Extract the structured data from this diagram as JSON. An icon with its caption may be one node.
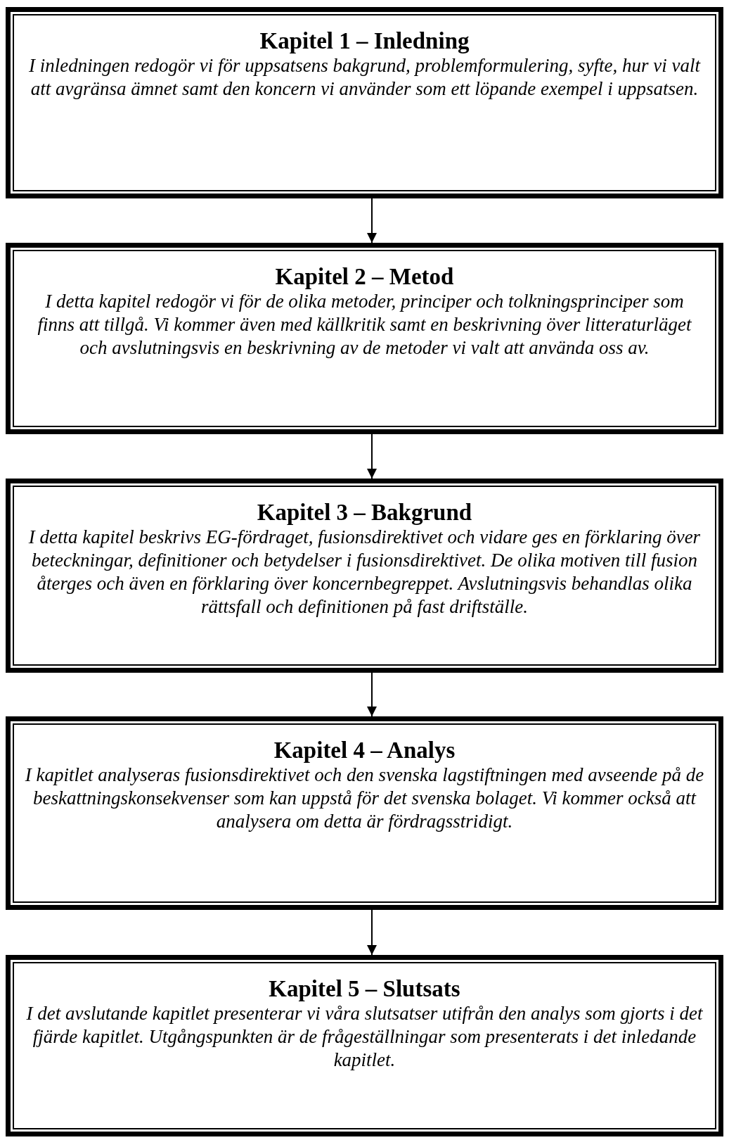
{
  "diagram": {
    "nodes": [
      {
        "text": [
          "Kapitel 1 – Inledning",
          "I inledningen redogör vi för uppsatsens bakgrund, problemformulering, syfte, hur vi valt att avgränsa ämnet samt den koncern vi använder som ett löpande exempel i uppsatsen."
        ]
      },
      {
        "text": [
          "Kapitel 2 – Metod",
          "I detta kapitel redogör vi för de olika metoder, principer och tolkningsprinciper som finns att tillgå. Vi kommer även med källkritik samt en beskrivning över litteraturläget och avslutningsvis en beskrivning av de metoder vi valt att använda oss av."
        ]
      },
      {
        "text": [
          "Kapitel 3 – Bakgrund",
          "I detta kapitel beskrivs EG-fördraget, fusionsdirektivet och vidare ges en förklaring över beteckningar, definitioner och betydelser i fusionsdirektivet. De olika motiven till fusion återges och även en förklaring över koncernbegreppet. Avslutningsvis behandlas olika rättsfall och definitionen på fast driftställe."
        ]
      },
      {
        "text": [
          "Kapitel 4 – Analys",
          "I kapitlet analyseras fusionsdirektivet och den svenska lagstiftningen med avseende på de beskattningskonsekvenser som kan uppstå för det svenska bolaget. Vi kommer också att analysera om detta är fördragsstridigt."
        ]
      },
      {
        "text": [
          "Kapitel 5 – Slutsats",
          "I det avslutande kapitlet presenterar vi våra slutsatser utifrån den analys som gjorts i det fjärde kapitlet. Utgångspunkten är de frågeställningar som presenterats i det inledande kapitlet."
        ]
      }
    ],
    "edges": [
      {
        "from": 0,
        "to": 1,
        "arrow": "to"
      },
      {
        "from": 1,
        "to": 2,
        "arrow": "to"
      },
      {
        "from": 2,
        "to": 3,
        "arrow": "to"
      },
      {
        "from": 3,
        "to": 4,
        "arrow": "to"
      }
    ]
  }
}
